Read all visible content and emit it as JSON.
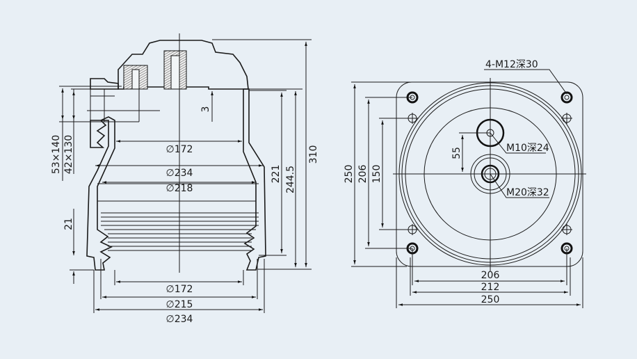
{
  "side_view": {
    "dims": {
      "d_inner_top": "∅172",
      "d_flare_outer": "∅234",
      "d_flare_inner": "∅218",
      "d_bottom_inner": "∅172",
      "d_bottom_mid": "∅215",
      "d_bottom_outer": "∅234",
      "height_total": "310",
      "height_body": "244.5",
      "height_inner": "221",
      "thread_a": "53×140",
      "thread_b": "42×130",
      "rib_pitch": "21",
      "offset": "3"
    }
  },
  "plan_view": {
    "dims": {
      "width_outer": "250",
      "width_bolts": "212",
      "width_holes": "206",
      "height_outer": "250",
      "height_holes": "206",
      "height_inner": "150",
      "offset": "55"
    },
    "callouts": {
      "corner_holes": "4-M12深30",
      "upper_hole": "M10深24",
      "center_hole": "M20深32"
    }
  }
}
